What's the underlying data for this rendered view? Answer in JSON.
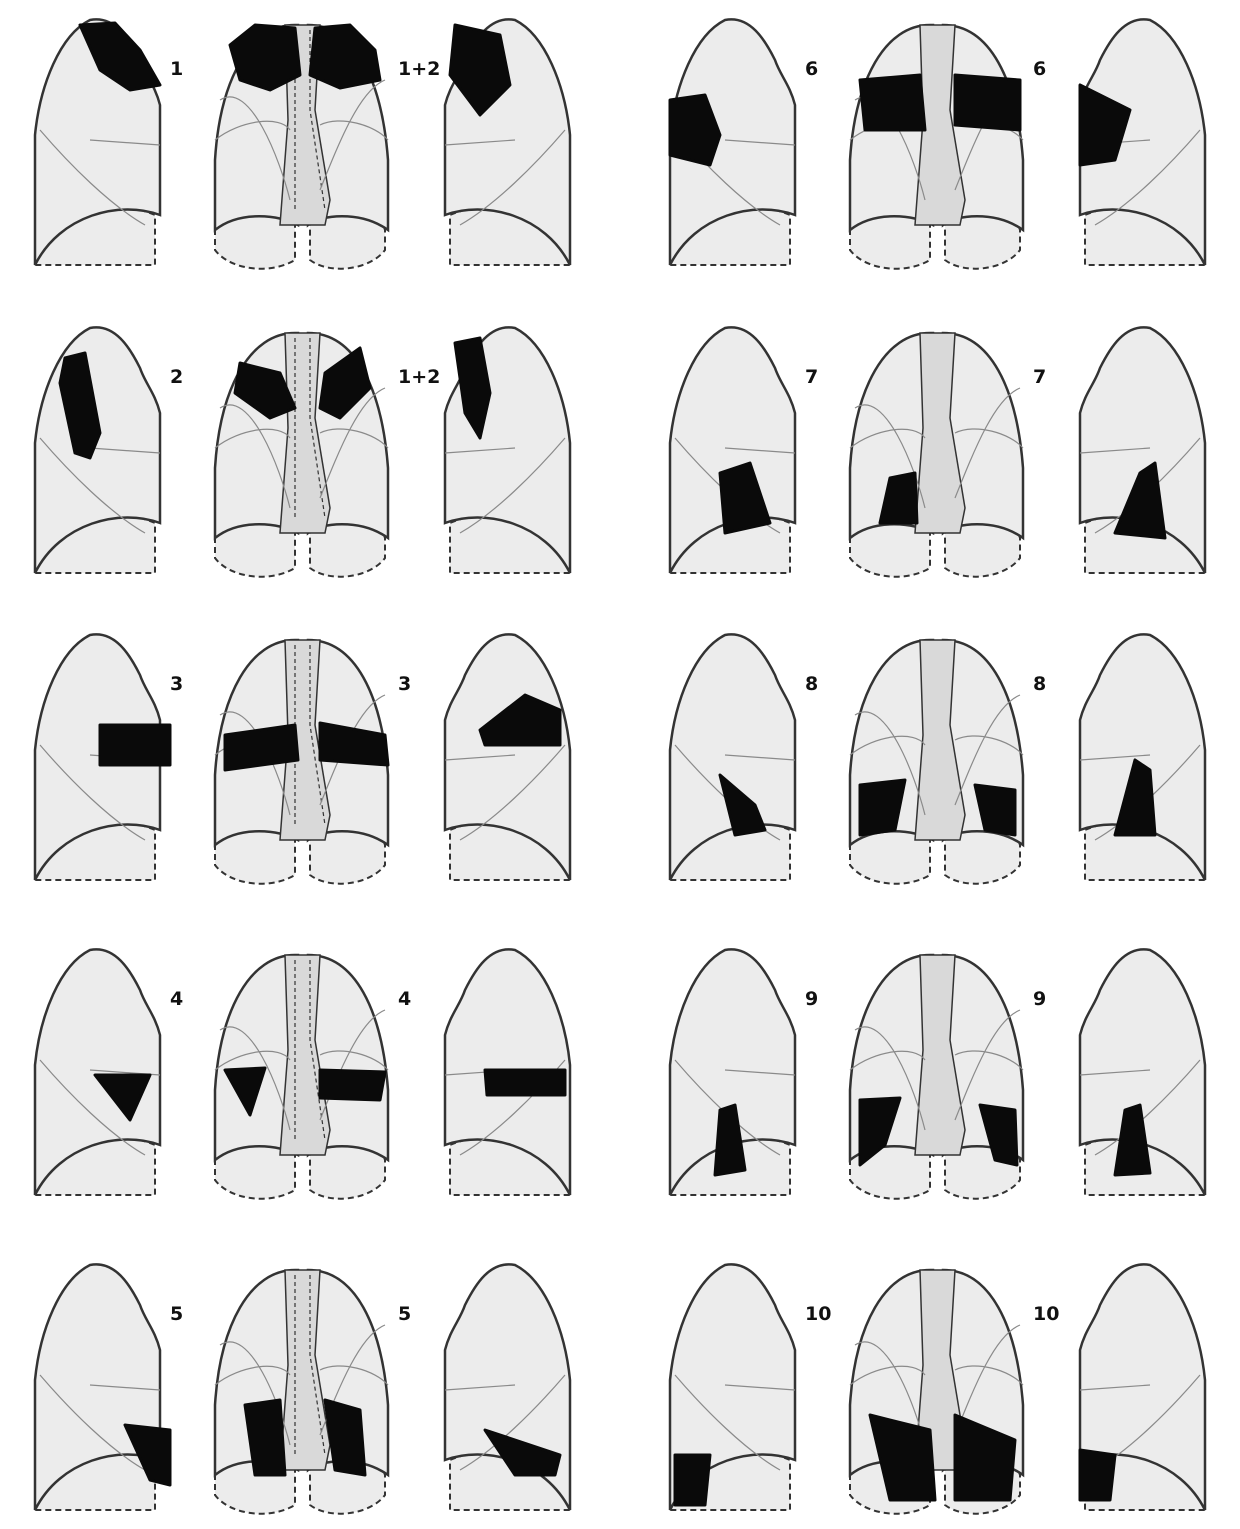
{
  "diagram": {
    "colors": {
      "paper": "#ffffff",
      "lung_fill": "#ececec",
      "outline": "#333333",
      "fissure": "#8a8a8a",
      "lesion": "#0a0a0a",
      "mediastinum": "#d9d9d9"
    },
    "rows": [
      {
        "segment": 1,
        "label_left": "1",
        "label_right": "1+2"
      },
      {
        "segment": 2,
        "label_left": "2",
        "label_right": "1+2"
      },
      {
        "segment": 3,
        "label_left": "3",
        "label_right": "3"
      },
      {
        "segment": 4,
        "label_left": "4",
        "label_right": "4"
      },
      {
        "segment": 5,
        "label_left": "5",
        "label_right": "5"
      },
      {
        "segment": 6,
        "label_left": "6",
        "label_right": "6"
      },
      {
        "segment": 7,
        "label_left": "7",
        "label_right": "7"
      },
      {
        "segment": 8,
        "label_left": "8",
        "label_right": "8"
      },
      {
        "segment": 9,
        "label_left": "9",
        "label_right": "9"
      },
      {
        "segment": 10,
        "label_left": "10",
        "label_right": "10"
      }
    ]
  }
}
